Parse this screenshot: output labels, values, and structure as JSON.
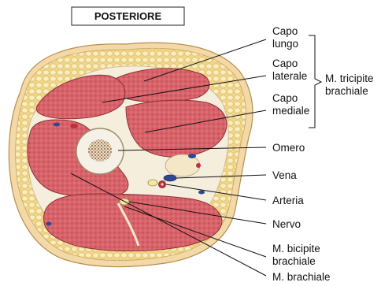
{
  "title": "POSTERIORE",
  "group_label": [
    "M. tricipite",
    "brachiale"
  ],
  "labels": {
    "capo_lungo": [
      "Capo",
      "lungo"
    ],
    "capo_laterale": [
      "Capo",
      "laterale"
    ],
    "capo_mediale": [
      "Capo",
      "mediale"
    ],
    "omero": "Omero",
    "vena": "Vena",
    "arteria": "Arteria",
    "nervo": "Nervo",
    "bicipite": [
      "M. bicipite",
      "brachiale"
    ],
    "brachiale": "M. brachiale"
  },
  "colors": {
    "fat": "#f1d98c",
    "fat_cell": "#fbeec0",
    "skin": "#f3d6a0",
    "muscle": "#d9646a",
    "muscle_dark": "#b8454c",
    "fascia": "#f6f0e2",
    "bone": "#f4efe4",
    "marrow": "#7a4a3a",
    "vein": "#3a4f9a",
    "artery": "#c0303a"
  }
}
